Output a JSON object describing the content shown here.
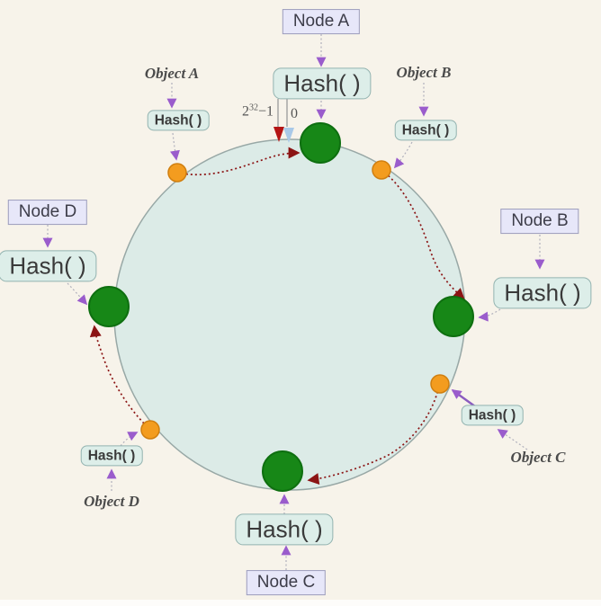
{
  "title": "Consistent hashing ring diagram",
  "colors": {
    "background": "#f7f3ea",
    "ring_fill": "#dcebe7",
    "ring_stroke": "#98a8a6",
    "node_circle_fill": "#178717",
    "node_circle_stroke": "#0e6f10",
    "object_point_fill": "#f39c1f",
    "object_point_stroke": "#d07f10",
    "hash_arrow_purple": "#9a5ccc",
    "mapping_arrow_red": "#8b1414",
    "origin_arrow_blue": "#a9c9e8",
    "node_box_fill": "#e7e7f9",
    "hash_box_fill": "#ddeee9"
  },
  "ring": {
    "origin_label_base": "2",
    "origin_label_exponent": "32",
    "origin_label_suffix": "−1",
    "origin_zero_label": "0"
  },
  "nodes": [
    {
      "label": "Node A",
      "hash_label": "Hash( )"
    },
    {
      "label": "Node B",
      "hash_label": "Hash( )"
    },
    {
      "label": "Node C",
      "hash_label": "Hash( )"
    },
    {
      "label": "Node D",
      "hash_label": "Hash( )"
    }
  ],
  "objects": [
    {
      "label": "Object A",
      "hash_label": "Hash( )"
    },
    {
      "label": "Object B",
      "hash_label": "Hash( )"
    },
    {
      "label": "Object C",
      "hash_label": "Hash( )"
    },
    {
      "label": "Object D",
      "hash_label": "Hash( )"
    }
  ]
}
